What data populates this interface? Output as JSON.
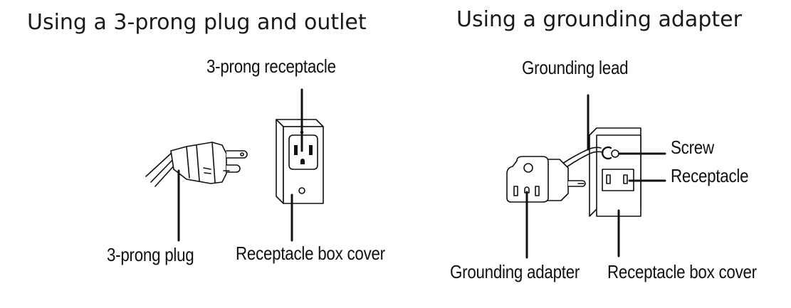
{
  "titles": {
    "left": "Using a 3-prong plug and outlet",
    "right": "Using a grounding adapter"
  },
  "labels": {
    "three_prong_receptacle": "3-prong receptacle",
    "three_prong_plug": "3-prong plug",
    "receptacle_box_cover_left": "Receptacle box cover",
    "grounding_lead": "Grounding lead",
    "screw": "Screw",
    "receptacle": "Receptacle",
    "grounding_adapter": "Grounding adapter",
    "receptacle_box_cover_right": "Receptacle box cover"
  }
}
